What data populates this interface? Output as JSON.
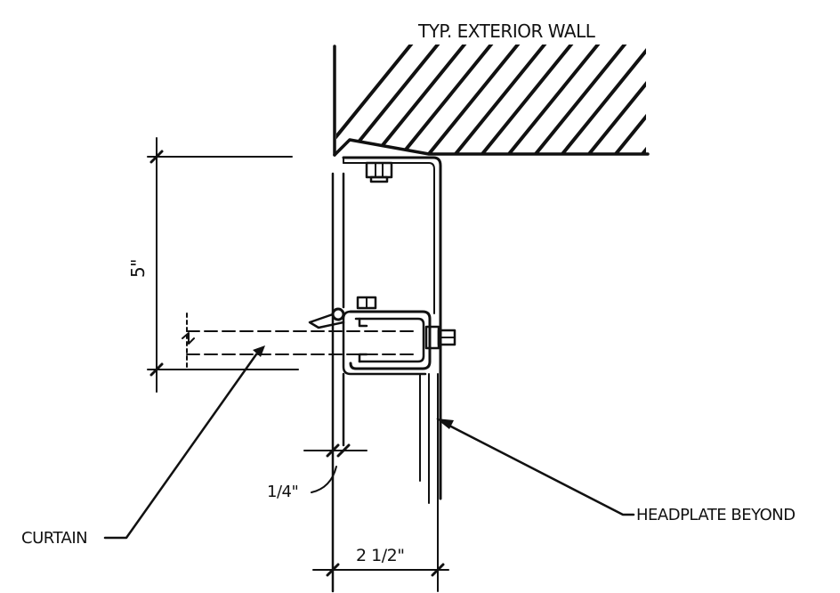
{
  "labels": {
    "wall": "TYP. EXTERIOR WALL",
    "curtain": "CURTAIN",
    "headplate": "HEADPLATE BEYOND",
    "dim_height": "5\"",
    "dim_gap": "1/4\"",
    "dim_width": "2 1/2\""
  }
}
